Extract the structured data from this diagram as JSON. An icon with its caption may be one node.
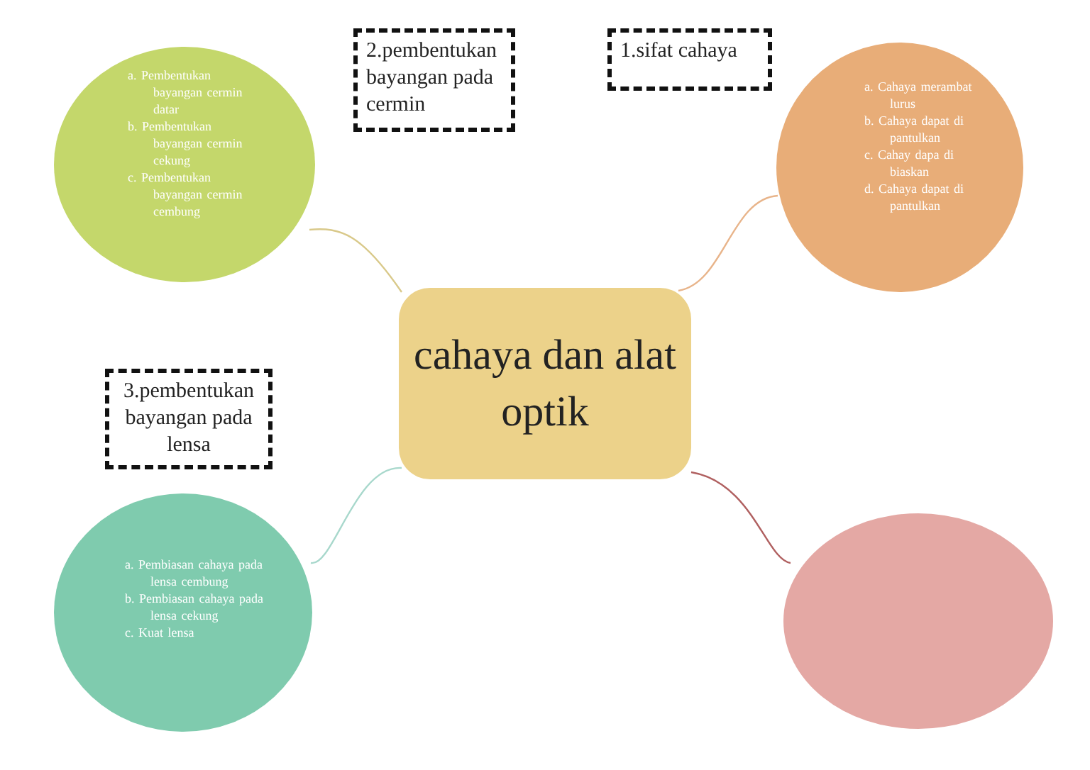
{
  "diagram": {
    "nodes": [
      {
        "text": [
          "cahaya dan alat optik"
        ]
      },
      {
        "text": [
          "2.pembentukan bayangan pada cermin"
        ]
      },
      {
        "text": [
          "1.sifat cahaya"
        ]
      },
      {
        "text": [
          "a. Pembentukan bayangan cermin datar",
          "b. Pembentukan bayangan cermin cekung",
          "c. Pembentukan bayangan cermin cembung"
        ]
      },
      {
        "text": [
          "a. Cahaya merambat lurus",
          "b. Cahaya dapat di pantulkan",
          "c. Cahay dapa di biaskan",
          "d. Cahaya dapat di pantulkan"
        ]
      },
      {
        "text": [
          "3.pembentukan bayangan pada lensa"
        ]
      },
      {
        "text": [
          "a. Pembiasan cahaya pada lensa cembung",
          "b. Pembiasan cahaya pada lensa cekung",
          "c. Kuat lensa"
        ]
      },
      {
        "text": [],
        "shape": "circle"
      }
    ],
    "edges": [
      {
        "from": 0,
        "to": 3,
        "arrow": "none",
        "color": "#d9c98a"
      },
      {
        "from": 0,
        "to": 4,
        "arrow": "none",
        "color": "#e8b48a"
      },
      {
        "from": 0,
        "to": 6,
        "arrow": "none",
        "color": "#a8d8cc"
      },
      {
        "from": 0,
        "to": 7,
        "arrow": "none",
        "color": "#b06060"
      }
    ]
  }
}
